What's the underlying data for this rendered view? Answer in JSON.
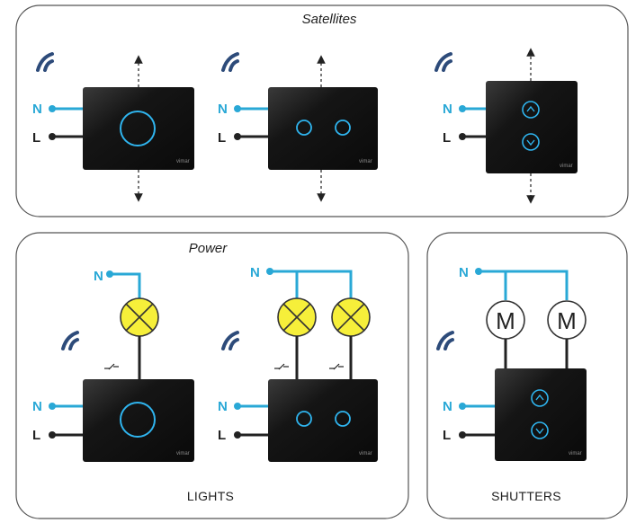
{
  "sections": {
    "satellites": {
      "title": "Satellites"
    },
    "power": {
      "title": "Power"
    },
    "lights": {
      "caption": "LIGHTS"
    },
    "shutters": {
      "caption": "SHUTTERS"
    }
  },
  "terminals": {
    "neutral": "N",
    "line": "L"
  },
  "motor_letter": "M",
  "colors": {
    "neutral_wire": "#29a8d6",
    "line_wire": "#222222",
    "panel_glass": "#161616",
    "touch_ring": "#2fb4ee",
    "lamp_fill": "#f6ef3a",
    "box_border": "#555555"
  },
  "icons": [
    "wireless-signal-icon",
    "double-arrow-icon",
    "lamp-icon",
    "motor-icon",
    "switch-symbol-icon",
    "chevron-up-icon",
    "chevron-down-icon"
  ]
}
